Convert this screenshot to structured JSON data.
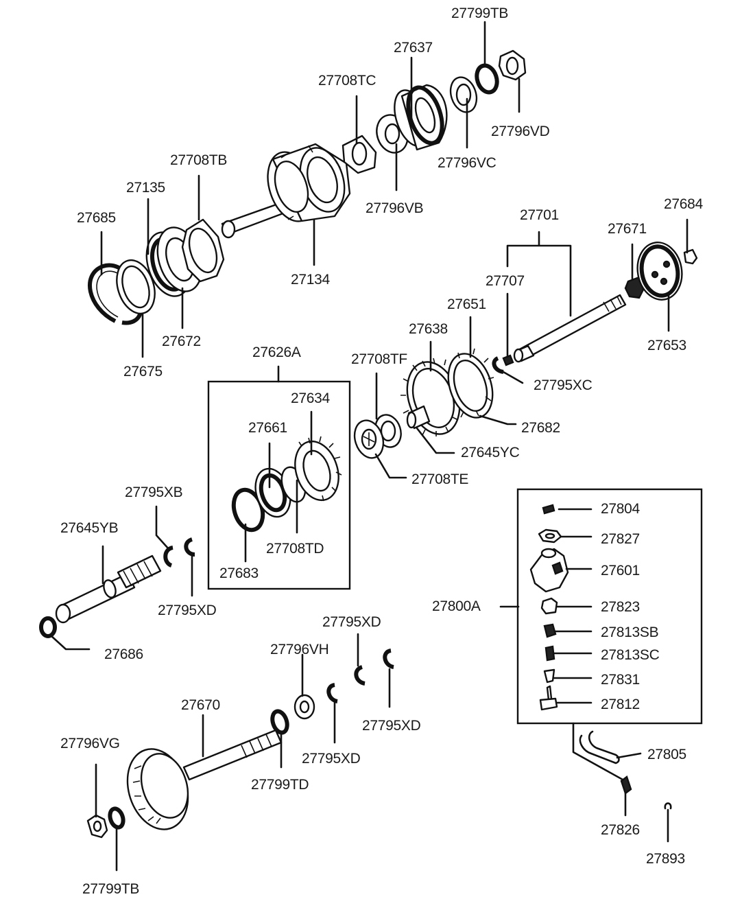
{
  "labels": {
    "p27799TB_top": "27799TB",
    "p27637": "27637",
    "p27708TC": "27708TC",
    "p27796VD": "27796VD",
    "p27796VC": "27796VC",
    "p27796VB": "27796VB",
    "p27708TB": "27708TB",
    "p27135": "27135",
    "p27685": "27685",
    "p27134": "27134",
    "p27672": "27672",
    "p27675": "27675",
    "p27701": "27701",
    "p27684": "27684",
    "p27671": "27671",
    "p27707": "27707",
    "p27651": "27651",
    "p27653": "27653",
    "p27638": "27638",
    "p27708TF": "27708TF",
    "p27795XC": "27795XC",
    "p27682": "27682",
    "p27645YC": "27645YC",
    "p27708TE": "27708TE",
    "p27626A": "27626A",
    "p27634": "27634",
    "p27661": "27661",
    "p27708TD": "27708TD",
    "p27683": "27683",
    "p27795XB": "27795XB",
    "p27645YB": "27645YB",
    "p27795XD_a": "27795XD",
    "p27686": "27686",
    "p27804": "27804",
    "p27827": "27827",
    "p27601": "27601",
    "p27800A": "27800A",
    "p27823": "27823",
    "p27813SB": "27813SB",
    "p27813SC": "27813SC",
    "p27831": "27831",
    "p27812": "27812",
    "p27795XD_b": "27795XD",
    "p27796VH": "27796VH",
    "p27795XD_c": "27795XD",
    "p27670": "27670",
    "p27795XD_d": "27795XD",
    "p27796VG": "27796VG",
    "p27799TD": "27799TD",
    "p27805": "27805",
    "p27826": "27826",
    "p27893": "27893",
    "p27799TB_bot": "27799TB"
  }
}
